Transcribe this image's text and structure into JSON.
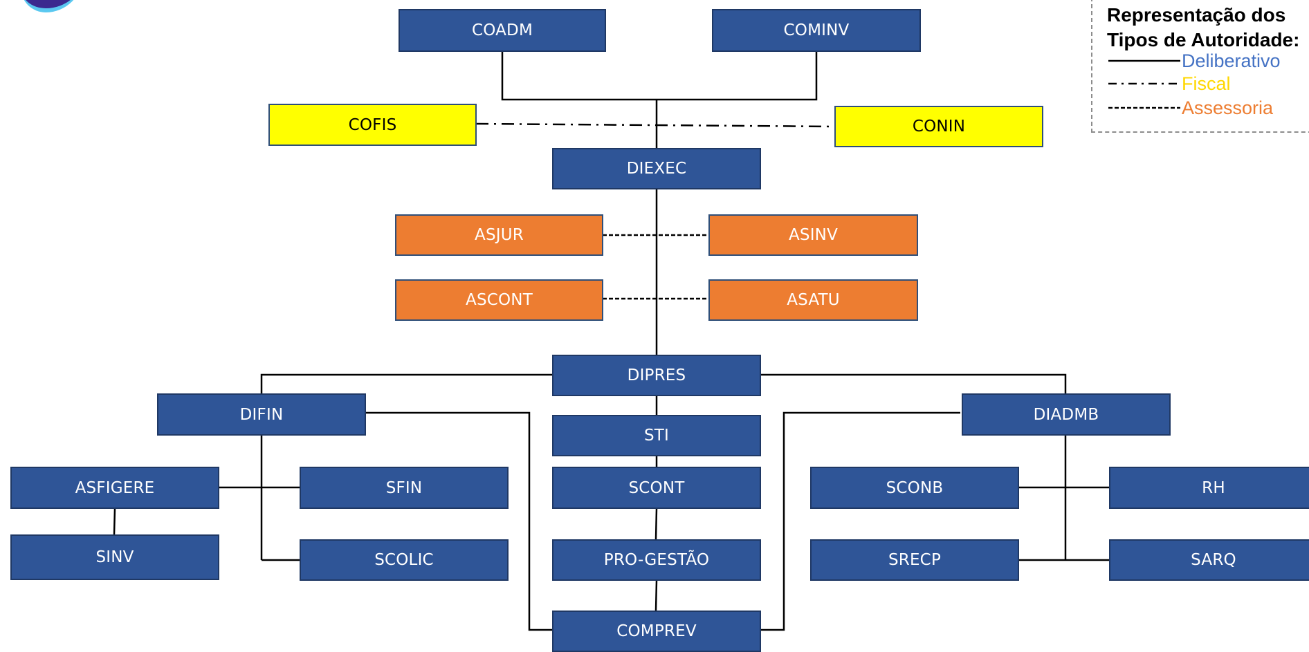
{
  "colors": {
    "box_blue": "#2f5597",
    "box_orange": "#ed7d31",
    "box_yellow": "#ffff00",
    "legend_deliberativo": "#4472c4",
    "legend_fiscal": "#ffd700",
    "legend_assessoria": "#ed7d31"
  },
  "logo_icon": "partial-logo-icon",
  "legend": {
    "title_line1": "Representação dos",
    "title_line2": "Tipos de Autoridade:",
    "items": [
      {
        "label": "Deliberativo",
        "line_style": "solid"
      },
      {
        "label": "Fiscal",
        "line_style": "dash-dot"
      },
      {
        "label": "Assessoria",
        "line_style": "dashed"
      }
    ]
  },
  "nodes": {
    "coadm": "COADM",
    "cominv": "COMINV",
    "cofis": "COFIS",
    "conin": "CONIN",
    "diexec": "DIEXEC",
    "asjur": "ASJUR",
    "asinv": "ASINV",
    "ascont": "ASCONT",
    "asatu": "ASATU",
    "dipres": "DIPRES",
    "difin": "DIFIN",
    "sti": "STI",
    "diadmb": "DIADMB",
    "asfigere": "ASFIGERE",
    "sfin": "SFIN",
    "scont": "SCONT",
    "sconb": "SCONB",
    "rh": "RH",
    "sinv": "SINV",
    "scolic": "SCOLIC",
    "pro_gestao": "PRO-GESTÃO",
    "srecp": "SRECP",
    "sarq": "SARQ",
    "comprev": "COMPREV"
  }
}
